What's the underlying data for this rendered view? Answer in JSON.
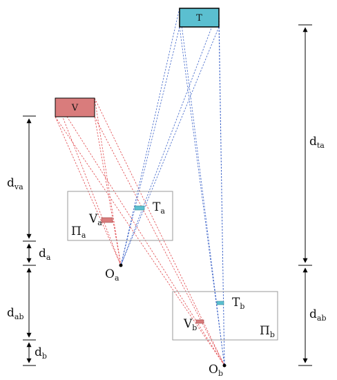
{
  "boxes": {
    "target": {
      "label": "T",
      "color": "#5bbfd0"
    },
    "viewer": {
      "label": "V",
      "color": "#d97c7c"
    }
  },
  "labels": {
    "T_a": {
      "main": "T",
      "sub": "a"
    },
    "V_a": {
      "main": "V",
      "sub": "a"
    },
    "Pi_a": {
      "main": "Π",
      "sub": "a"
    },
    "O_a": {
      "main": "O",
      "sub": "a"
    },
    "T_b": {
      "main": "T",
      "sub": "b"
    },
    "V_b": {
      "main": "V",
      "sub": "b"
    },
    "Pi_b": {
      "main": "Π",
      "sub": "b"
    },
    "O_b": {
      "main": "O",
      "sub": "b"
    }
  },
  "dimensions": {
    "d_va": {
      "main": "d",
      "sub": "va"
    },
    "d_a": {
      "main": "d",
      "sub": "a"
    },
    "d_ab_left": {
      "main": "d",
      "sub": "ab"
    },
    "d_b": {
      "main": "d",
      "sub": "b"
    },
    "d_ta": {
      "main": "d",
      "sub": "ta"
    },
    "d_ab_right": {
      "main": "d",
      "sub": "ab"
    }
  },
  "colors": {
    "red_rays": "#e0454a",
    "blue_rays": "#3b62c8",
    "plane_border": "#9a9a9a",
    "axis": "#000000"
  }
}
